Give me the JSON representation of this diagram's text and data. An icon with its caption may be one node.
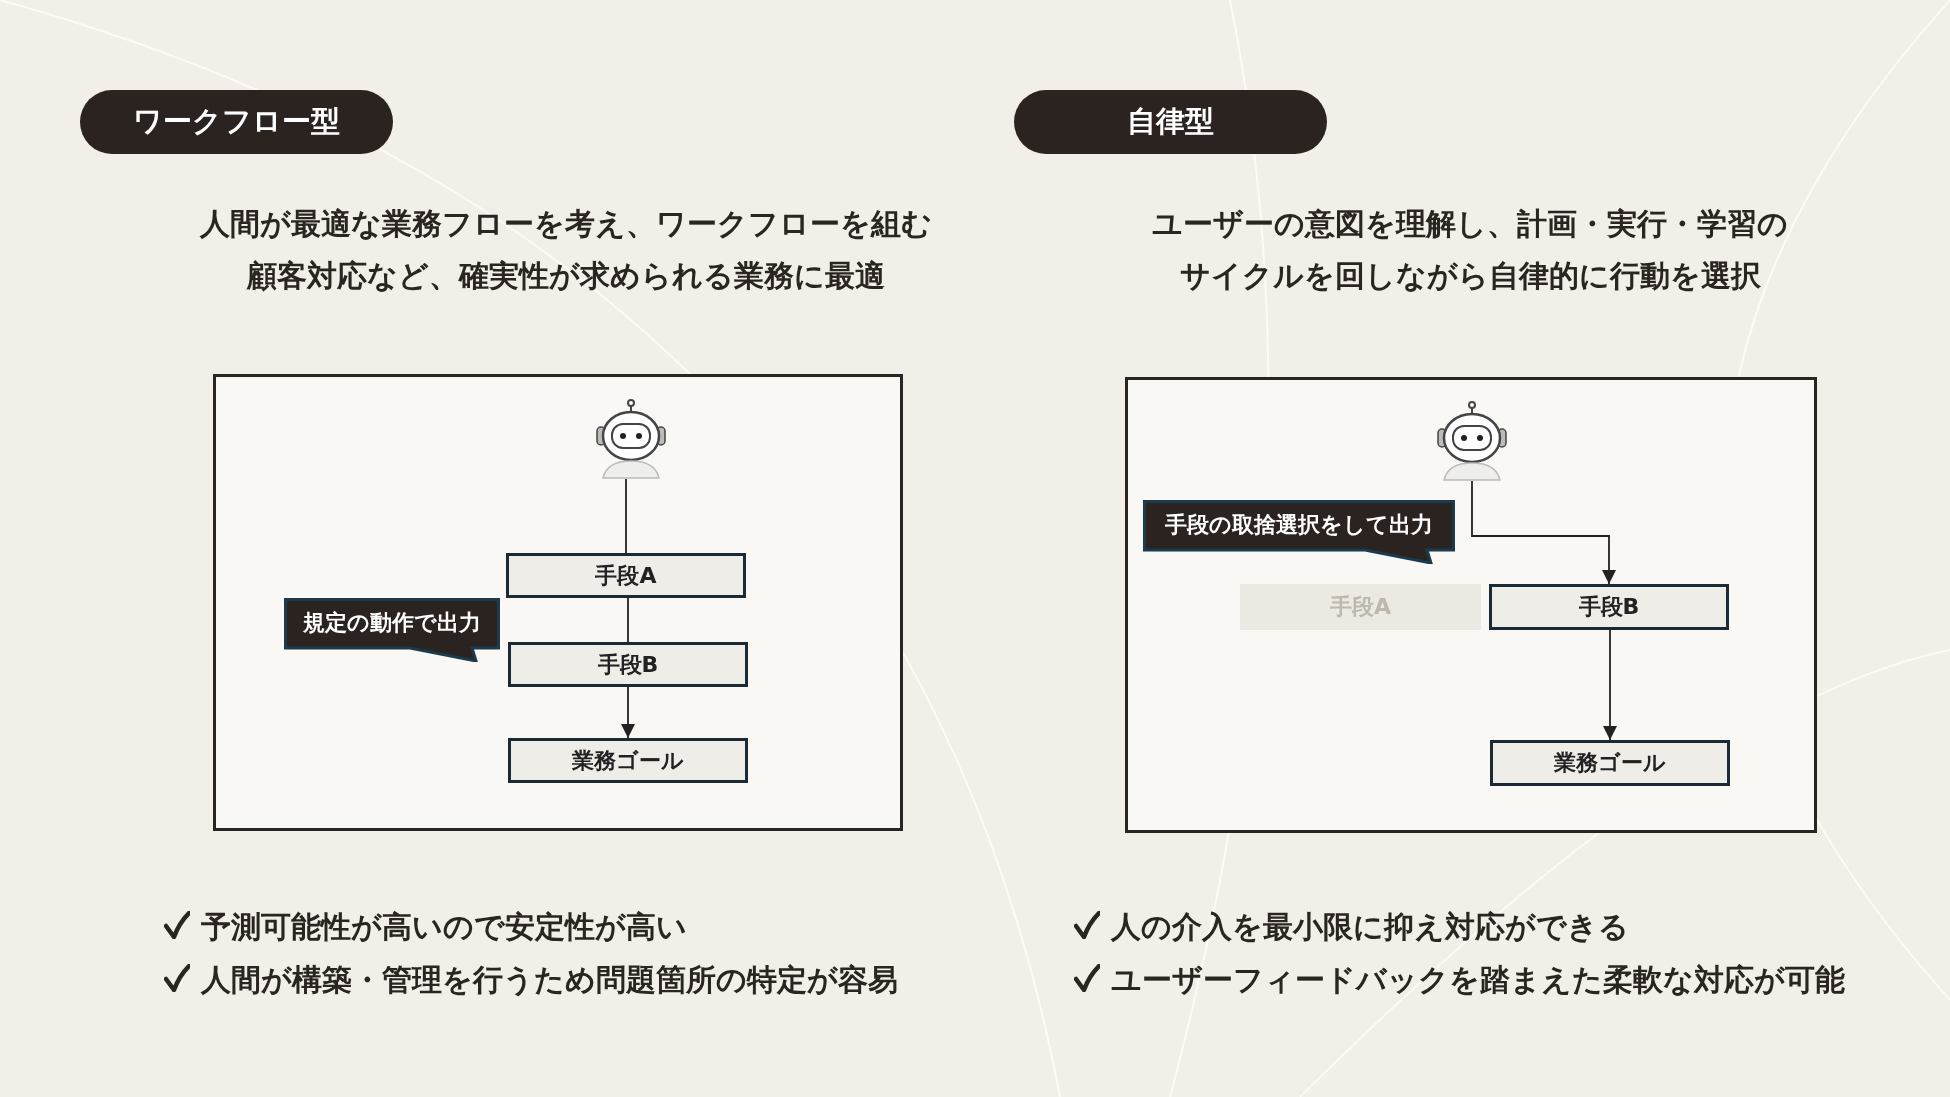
{
  "diagram": {
    "nodes": [
      {
        "text": [
          "ワークフロー型"
        ]
      },
      {
        "text": [
          "自律型"
        ]
      },
      {
        "text": [],
        "shape": "box"
      },
      {
        "text": [],
        "shape": "picture",
        "in": 2
      },
      {
        "text": [
          "手段A"
        ],
        "in": 2
      },
      {
        "text": [
          "手段B"
        ],
        "in": 2
      },
      {
        "text": [
          "業務ゴール"
        ],
        "in": 2
      },
      {
        "text": [
          "規定の動作で出力"
        ],
        "in": 2
      },
      {
        "text": [],
        "shape": "box"
      },
      {
        "text": [],
        "shape": "picture",
        "in": 8
      },
      {
        "text": [
          "手段の取捨選択をして出力"
        ],
        "in": 8
      },
      {
        "text": [
          "手段A"
        ],
        "in": 8
      },
      {
        "text": [
          "手段B"
        ],
        "in": 8
      },
      {
        "text": [
          "業務ゴール"
        ],
        "in": 8
      }
    ],
    "edges": [
      {
        "from": 3,
        "to": 4,
        "arrow": "none"
      },
      {
        "from": 4,
        "to": 5,
        "arrow": "none"
      },
      {
        "from": 5,
        "to": 6,
        "arrow": "to"
      },
      {
        "from": 9,
        "to": 12,
        "arrow": "to"
      },
      {
        "from": 12,
        "to": 13,
        "arrow": "to"
      }
    ],
    "labels": [
      "人間が最適な業務フローを考え、ワークフローを組む",
      "顧客対応など、確実性が求められる業務に最適",
      "ユーザーの意図を理解し、計画・実行・学習の",
      "サイクルを回しながら自律的に行動を選択",
      "予測可能性が高いので安定性が高い",
      "人間が構築・管理を行うため問題箇所の特定が容易",
      "人の介入を最小限に抑え対応ができる",
      "ユーザーフィードバックを踏まえた柔軟な対応が可能"
    ]
  }
}
